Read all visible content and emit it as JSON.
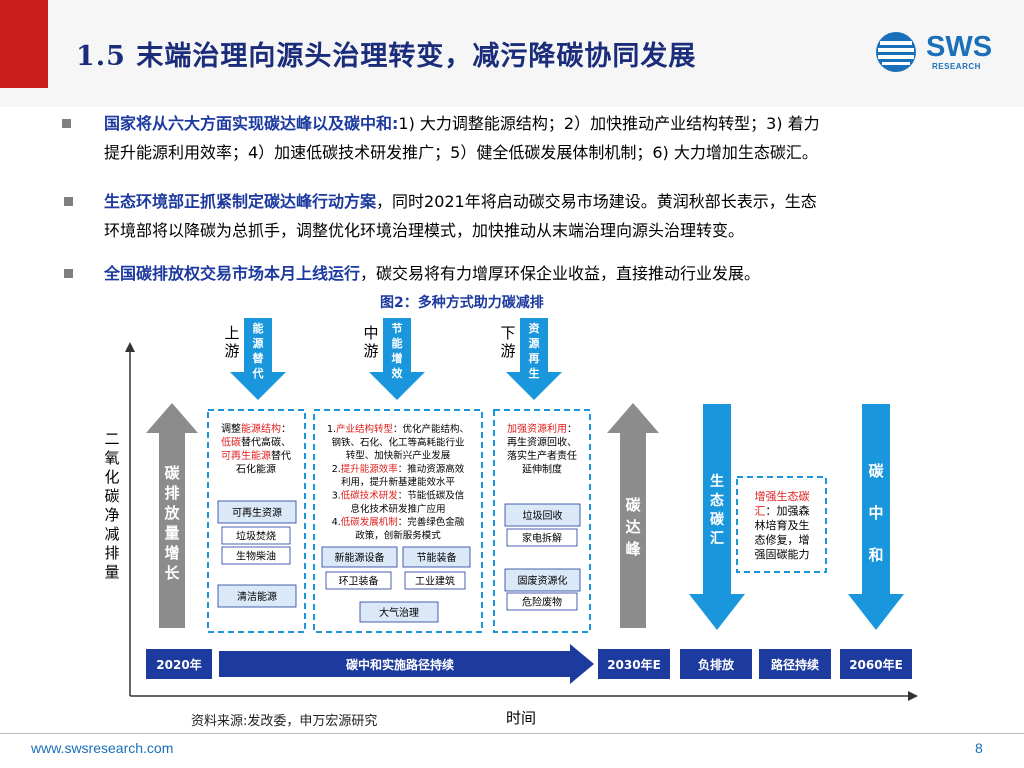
{
  "header": {
    "title": "1.5 末端治理向源头治理转变，减污降碳协同发展",
    "logo_text": "SWS",
    "logo_sub": "RESEARCH"
  },
  "bullets": [
    {
      "bold": "国家将从六大方面实现碳达峰以及碳中和:",
      "line1": "1) 大力调整能源结构；2）加快推动产业结构转型；3) 着力",
      "line2": "提升能源利用效率；4）加速低碳技术研发推广；5）健全低碳发展体制机制；6) 大力增加生态碳汇。"
    },
    {
      "bold": "生态环境部正抓紧制定碳达峰行动方案",
      "line1": "，同时2021年将启动碳交易市场建设。黄润秋部长表示，生态",
      "line2": "环境部将以降碳为总抓手，调整优化环境治理模式，加快推动从末端治理向源头治理转变。"
    },
    {
      "bold": "全国碳排放权交易市场本月上线运行",
      "line1": "，碳交易将有力增厚环保企业收益，直接推动行业发展。"
    }
  ],
  "figure": {
    "title": "图2：多种方式助力碳减排",
    "y_axis": [
      "二",
      "氧",
      "化",
      "碳",
      "净",
      "减",
      "排",
      "量"
    ],
    "x_axis": "时间",
    "stream_labels": [
      {
        "pos": [
          "上",
          "游"
        ],
        "arrow": [
          "能",
          "源",
          "替",
          "代"
        ]
      },
      {
        "pos": [
          "中",
          "游"
        ],
        "arrow": [
          "节",
          "能",
          "增",
          "效"
        ]
      },
      {
        "pos": [
          "下",
          "游"
        ],
        "arrow": [
          "资",
          "源",
          "再",
          "生"
        ]
      }
    ],
    "emission_growth": [
      "碳",
      "排",
      "放",
      "量",
      "增",
      "长"
    ],
    "peak": [
      "碳",
      "达",
      "峰"
    ],
    "eco_sink": [
      "生",
      "态",
      "碳",
      "汇"
    ],
    "neutral": [
      "碳",
      "中",
      "和"
    ],
    "box1": {
      "lines": [
        [
          {
            "t": "调整",
            "c": "black"
          },
          {
            "t": "能源结构",
            "c": "red"
          },
          {
            "t": "：",
            "c": "black"
          }
        ],
        [
          {
            "t": "低碳",
            "c": "red"
          },
          {
            "t": "替代高碳、",
            "c": "black"
          }
        ],
        [
          {
            "t": "可再生能源",
            "c": "red"
          },
          {
            "t": "替代",
            "c": "black"
          }
        ],
        [
          {
            "t": "石化能源",
            "c": "black"
          }
        ]
      ],
      "tags": [
        "可再生资源",
        "垃圾焚烧",
        "生物柴油",
        "清洁能源"
      ]
    },
    "box2": {
      "lines": [
        [
          {
            "t": "1.",
            "c": "black"
          },
          {
            "t": "产业结构转型",
            "c": "red"
          },
          {
            "t": "：优化产能结构、",
            "c": "black"
          }
        ],
        [
          {
            "t": "钢铁、石化、化工等高耗能行业",
            "c": "black"
          }
        ],
        [
          {
            "t": "转型、加快新兴产业发展",
            "c": "black"
          }
        ],
        [
          {
            "t": "2.",
            "c": "black"
          },
          {
            "t": "提升能源效率",
            "c": "red"
          },
          {
            "t": "：推动资源高效",
            "c": "black"
          }
        ],
        [
          {
            "t": "利用，提升新基建能效水平",
            "c": "black"
          }
        ],
        [
          {
            "t": "3.",
            "c": "black"
          },
          {
            "t": "低碳技术研发",
            "c": "red"
          },
          {
            "t": "：节能低碳及信",
            "c": "black"
          }
        ],
        [
          {
            "t": "息化技术研发推广应用",
            "c": "black"
          }
        ],
        [
          {
            "t": "4.",
            "c": "black"
          },
          {
            "t": "低碳发展机制",
            "c": "red"
          },
          {
            "t": "：完善绿色金融",
            "c": "black"
          }
        ],
        [
          {
            "t": "政策，创新服务模式",
            "c": "black"
          }
        ]
      ],
      "tags": [
        "新能源设备",
        "节能装备",
        "环卫装备",
        "工业建筑",
        "大气治理"
      ]
    },
    "box3": {
      "lines": [
        [
          {
            "t": "加强资源利用",
            "c": "red"
          },
          {
            "t": "：",
            "c": "black"
          }
        ],
        [
          {
            "t": "再生资源回收、",
            "c": "black"
          }
        ],
        [
          {
            "t": "落实生产者责任",
            "c": "black"
          }
        ],
        [
          {
            "t": "延伸制度",
            "c": "black"
          }
        ]
      ],
      "tags": [
        "垃圾回收",
        "家电拆解",
        "固废资源化",
        "危险废物"
      ]
    },
    "box4": {
      "lines": [
        [
          {
            "t": "增强生态碳",
            "c": "red"
          }
        ],
        [
          {
            "t": "汇",
            "c": "red"
          },
          {
            "t": "：加强森",
            "c": "black"
          }
        ],
        [
          {
            "t": "林培育及生",
            "c": "black"
          }
        ],
        [
          {
            "t": "态修复，增",
            "c": "black"
          }
        ],
        [
          {
            "t": "强固碳能力",
            "c": "black"
          }
        ]
      ]
    },
    "timeline": {
      "y2020": "2020年",
      "path": "碳中和实施路径持续",
      "y2030": "2030年E",
      "negative": "负排放",
      "continue": "路径持续",
      "y2060": "2060年E"
    },
    "colors": {
      "navy": "#1d3a9f",
      "blue": "#1996dc",
      "gray": "#8c8c8c",
      "red": "#e02020"
    }
  },
  "footer": {
    "source": "资料来源:发改委，申万宏源研究",
    "url": "www.swsresearch.com",
    "page": "8"
  }
}
